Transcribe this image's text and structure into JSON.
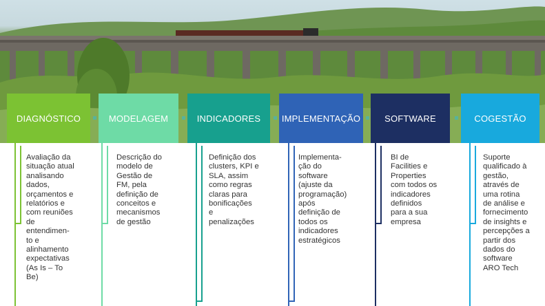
{
  "steps": [
    {
      "label": "DIAGNÓSTICO",
      "color": "#7cc233",
      "description": "Avaliação da\nsituação atual\nanalisando\ndados,\norçamentos e\nrelatórios e\ncom reuniões\nde\nentendimen-\nto e\nalinhamento\nexpectativas\n(As Is – To\nBe)"
    },
    {
      "label": "MODELAGEM",
      "color": "#6edba6",
      "description": "Descrição do\nmodelo de\nGestão de\nFM, pela\ndefinição de\nconceitos e\nmecanismos\nde gestão"
    },
    {
      "label": "INDICADORES",
      "color": "#17a08e",
      "description": "Definição dos\nclusters, KPI e\nSLA, assim\ncomo regras\nclaras para\nbonificações\ne\npenalizações"
    },
    {
      "label": "IMPLEMENTAÇÃO",
      "color": "#2f63b6",
      "description": "Implementa-\nção do\nsoftware\n(ajuste da\nprogramação)\napós\ndefinição de\ntodos os\nindicadores\nestratégicos"
    },
    {
      "label": "SOFTWARE",
      "color": "#1d2f62",
      "description": "BI de\nFacilities e\nProperties\ncom todos os\nindicadores\ndefinidos\npara a sua\nempresa"
    },
    {
      "label": "COGESTÃO",
      "color": "#18a9dd",
      "description": "Suporte\nqualificado à\ngestão,\natravés de\numa rotina\nde análise e\nfornecimento\nde insights e\npercepções a\npartir dos\ndados do\nsoftware\nARO Tech"
    }
  ]
}
